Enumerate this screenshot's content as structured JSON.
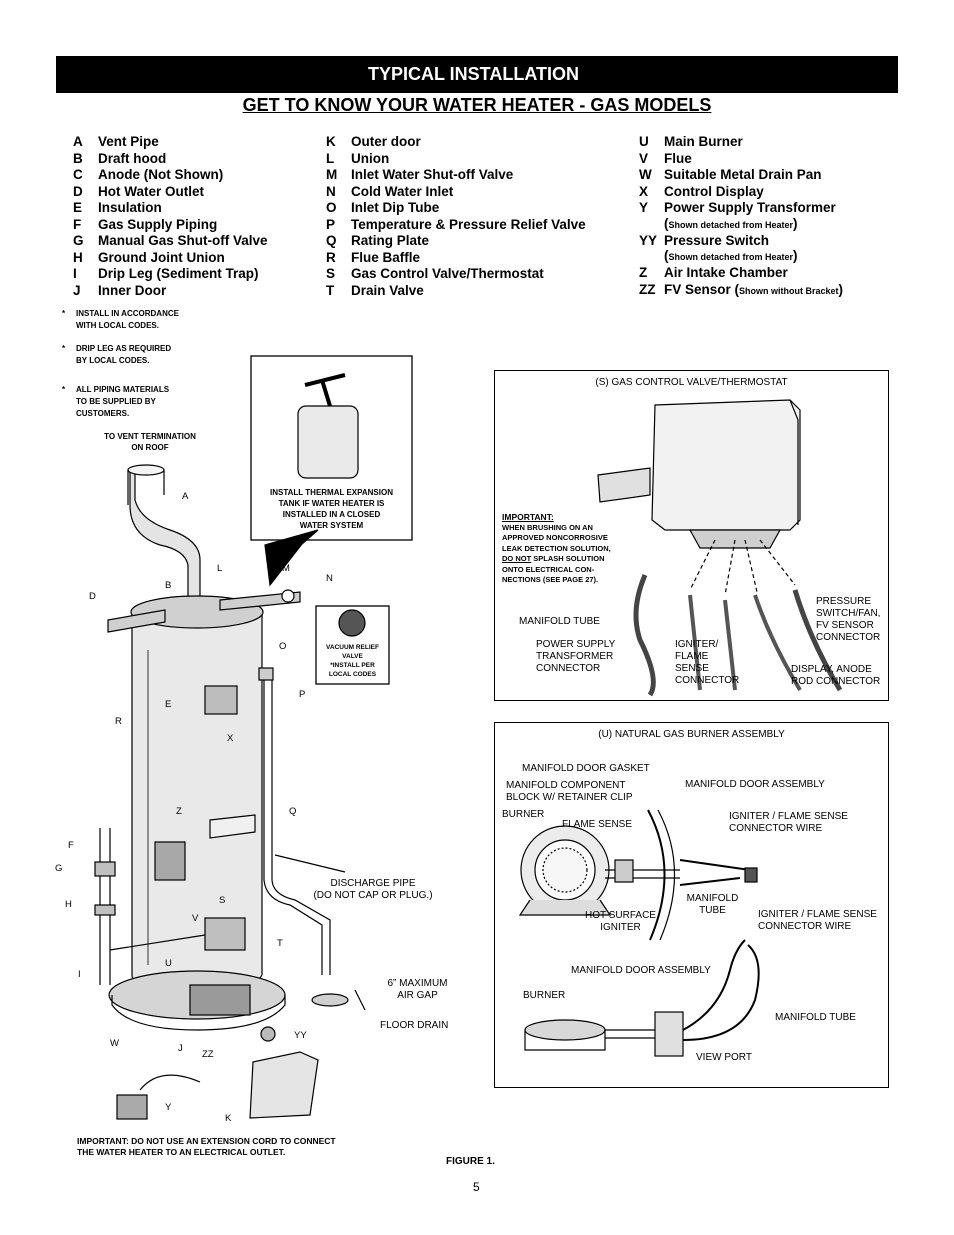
{
  "header": {
    "banner_title": "TYPICAL INSTALLATION",
    "subtitle": "GET TO KNOW YOUR WATER HEATER - GAS MODELS"
  },
  "legend": {
    "col1": [
      {
        "key": "A",
        "label": "Vent Pipe"
      },
      {
        "key": "B",
        "label": "Draft hood"
      },
      {
        "key": "C",
        "label": "Anode (Not Shown)"
      },
      {
        "key": "D",
        "label": "Hot Water Outlet"
      },
      {
        "key": "E",
        "label": "Insulation"
      },
      {
        "key": "F",
        "label": "Gas Supply Piping"
      },
      {
        "key": "G",
        "label": "Manual Gas Shut-off Valve"
      },
      {
        "key": "H",
        "label": "Ground Joint Union"
      },
      {
        "key": "I",
        "label": "Drip Leg (Sediment Trap)"
      },
      {
        "key": "J",
        "label": "Inner Door"
      }
    ],
    "col2": [
      {
        "key": "K",
        "label": "Outer door"
      },
      {
        "key": "L",
        "label": "Union"
      },
      {
        "key": "M",
        "label": "Inlet Water Shut-off Valve"
      },
      {
        "key": "N",
        "label": "Cold Water Inlet"
      },
      {
        "key": "O",
        "label": "Inlet Dip Tube"
      },
      {
        "key": "P",
        "label": "Temperature & Pressure Relief Valve"
      },
      {
        "key": "Q",
        "label": "Rating Plate"
      },
      {
        "key": "R",
        "label": "Flue Baffle"
      },
      {
        "key": "S",
        "label": "Gas Control Valve/Thermostat"
      },
      {
        "key": "T",
        "label": "Drain Valve"
      }
    ],
    "col3": [
      {
        "key": "U",
        "label": "Main Burner"
      },
      {
        "key": "V",
        "label": "Flue"
      },
      {
        "key": "W",
        "label": "Suitable Metal Drain Pan"
      },
      {
        "key": "X",
        "label": "Control Display"
      },
      {
        "key": "Y",
        "label": "Power Supply Transformer",
        "note": "Shown detached from Heater"
      },
      {
        "key": "YY",
        "label": "Pressure Switch",
        "note": "Shown detached from Heater"
      },
      {
        "key": "Z",
        "label": "Air Intake Chamber"
      },
      {
        "key": "ZZ",
        "label": "FV Sensor (",
        "note": "Shown without Bracket"
      }
    ]
  },
  "notes": {
    "n1_l1": "INSTALL  IN  ACCORDANCE",
    "n1_l2": "WITH LOCAL CODES.",
    "n2_l1": "DRIP LEG AS REQUIRED",
    "n2_l2": "BY LOCAL CODES.",
    "n3_l1": "ALL PIPING MATERIALS",
    "n3_l2": "TO BE SUPPLIED BY",
    "n3_l3": "CUSTOMERS.",
    "star": "*"
  },
  "diagram": {
    "vent_l1": "TO VENT TERMINATION",
    "vent_l2": "ON ROOF",
    "expansion_l1": "INSTALL THERMAL EXPANSION",
    "expansion_l2": "TANK IF WATER HEATER IS",
    "expansion_l3": "INSTALLED IN A CLOSED",
    "expansion_l4": "WATER SYSTEM",
    "vacuum_l1": "VACUUM RELIEF",
    "vacuum_l2": "VALVE",
    "vacuum_l3": "*INSTALL PER",
    "vacuum_l4": "LOCAL CODES",
    "discharge_l1": "DISCHARGE PIPE",
    "discharge_l2": "(DO NOT CAP OR PLUG.)",
    "airgap_l1": "6” MAXIMUM",
    "airgap_l2": "AIR GAP",
    "floor_drain": "FLOOR DRAIN",
    "letters": {
      "A": "A",
      "B": "B",
      "D": "D",
      "L": "L",
      "M": "M",
      "N": "N",
      "O": "O",
      "P": "P",
      "R": "R",
      "E": "E",
      "X": "X",
      "Z": "Z",
      "Q": "Q",
      "F": "F",
      "G": "G",
      "H": "H",
      "S": "S",
      "V": "V",
      "T": "T",
      "U": "U",
      "I": "I",
      "W": "W",
      "J": "J",
      "ZZ": "ZZ",
      "YY": "YY",
      "Y": "Y",
      "K": "K"
    },
    "warning_l1": "IMPORTANT: DO NOT USE AN EXTENSION CORD TO CONNECT",
    "warning_l2": "THE WATER HEATER TO AN ELECTRICAL OUTLET."
  },
  "panel_gas": {
    "title": "(S) GAS CONTROL VALVE/THERMOSTAT",
    "important": "IMPORTANT:",
    "imp_l1": "WHEN BRUSHING ON AN",
    "imp_l2": "APPROVED NONCORROSIVE",
    "imp_l3": "LEAK DETECTION SOLUTION,",
    "imp_l4a": "DO NOT",
    "imp_l4b": " SPLASH SOLUTION",
    "imp_l5": "ONTO ELECTRICAL CON-",
    "imp_l6": "NECTIONS (SEE PAGE 27).",
    "manifold_tube": "MANIFOLD TUBE",
    "pst_l1": "POWER SUPPLY",
    "pst_l2": "TRANSFORMER",
    "pst_l3": "CONNECTOR",
    "ign_l1": "IGNITER/",
    "ign_l2": "FLAME",
    "ign_l3": "SENSE",
    "ign_l4": "CONNECTOR",
    "ps_l1": "PRESSURE",
    "ps_l2": "SWITCH/FAN,",
    "ps_l3": "FV SENSOR",
    "ps_l4": "CONNECTOR",
    "disp_l1": "DISPLAY, ANODE",
    "disp_l2": "ROD CONNECTOR"
  },
  "panel_burner": {
    "title": "(U) NATURAL GAS BURNER ASSEMBLY",
    "gasket": "MANIFOLD DOOR GASKET",
    "comp_l1": "MANIFOLD COMPONENT",
    "comp_l2": "BLOCK W/ RETAINER CLIP",
    "door_assembly": "MANIFOLD DOOR ASSEMBLY",
    "burner": "BURNER",
    "flame_sense": "FLAME SENSE",
    "ig_wire_l1": "IGNITER / FLAME SENSE",
    "ig_wire_l2": "CONNECTOR  WIRE",
    "mtube_l1": "MANIFOLD",
    "mtube_l2": "TUBE",
    "hsi_l1": "HOT SURFACE",
    "hsi_l2": "IGNITER",
    "ig_wire2_l1": "IGNITER / FLAME SENSE",
    "ig_wire2_l2": "CONNECTOR WIRE",
    "door_assembly2": "MANIFOLD DOOR ASSEMBLY",
    "burner2": "BURNER",
    "manifold_tube2": "MANIFOLD TUBE",
    "view_port": "VIEW PORT"
  },
  "footer": {
    "figure": "FIGURE 1.",
    "page": "5"
  }
}
